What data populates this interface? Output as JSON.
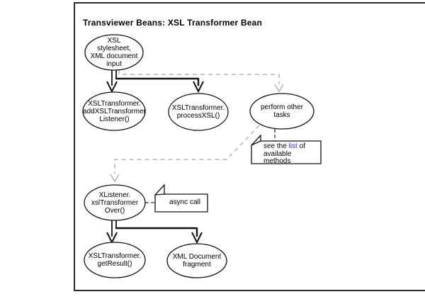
{
  "title": "Transviewer Beans: XSL Transformer Bean",
  "nodes": {
    "input": "XSL\nstylesheet,\nXML document\ninput",
    "addListener": "XSLTransformer.\naddXSLTransformer\nListener()",
    "processXsl": "XSLTransformer.\nprocessXSL()",
    "performTasks": "perform other\ntasks",
    "xlistener": "XListener.\nxslTransformer\nOver()",
    "getResult": "XSLTransformer.\ngetResult()",
    "xmlFragment": "XML Document\nfragment"
  },
  "notes": {
    "methods": {
      "before": "see the ",
      "link": "list",
      "after": " of\navailable\nmethods"
    },
    "async": "async call"
  },
  "colors": {
    "line": "#111111",
    "dash_gray": "#b3b3b3",
    "link_blue": "#3333cc",
    "frame_border": "#2b2b2b"
  }
}
